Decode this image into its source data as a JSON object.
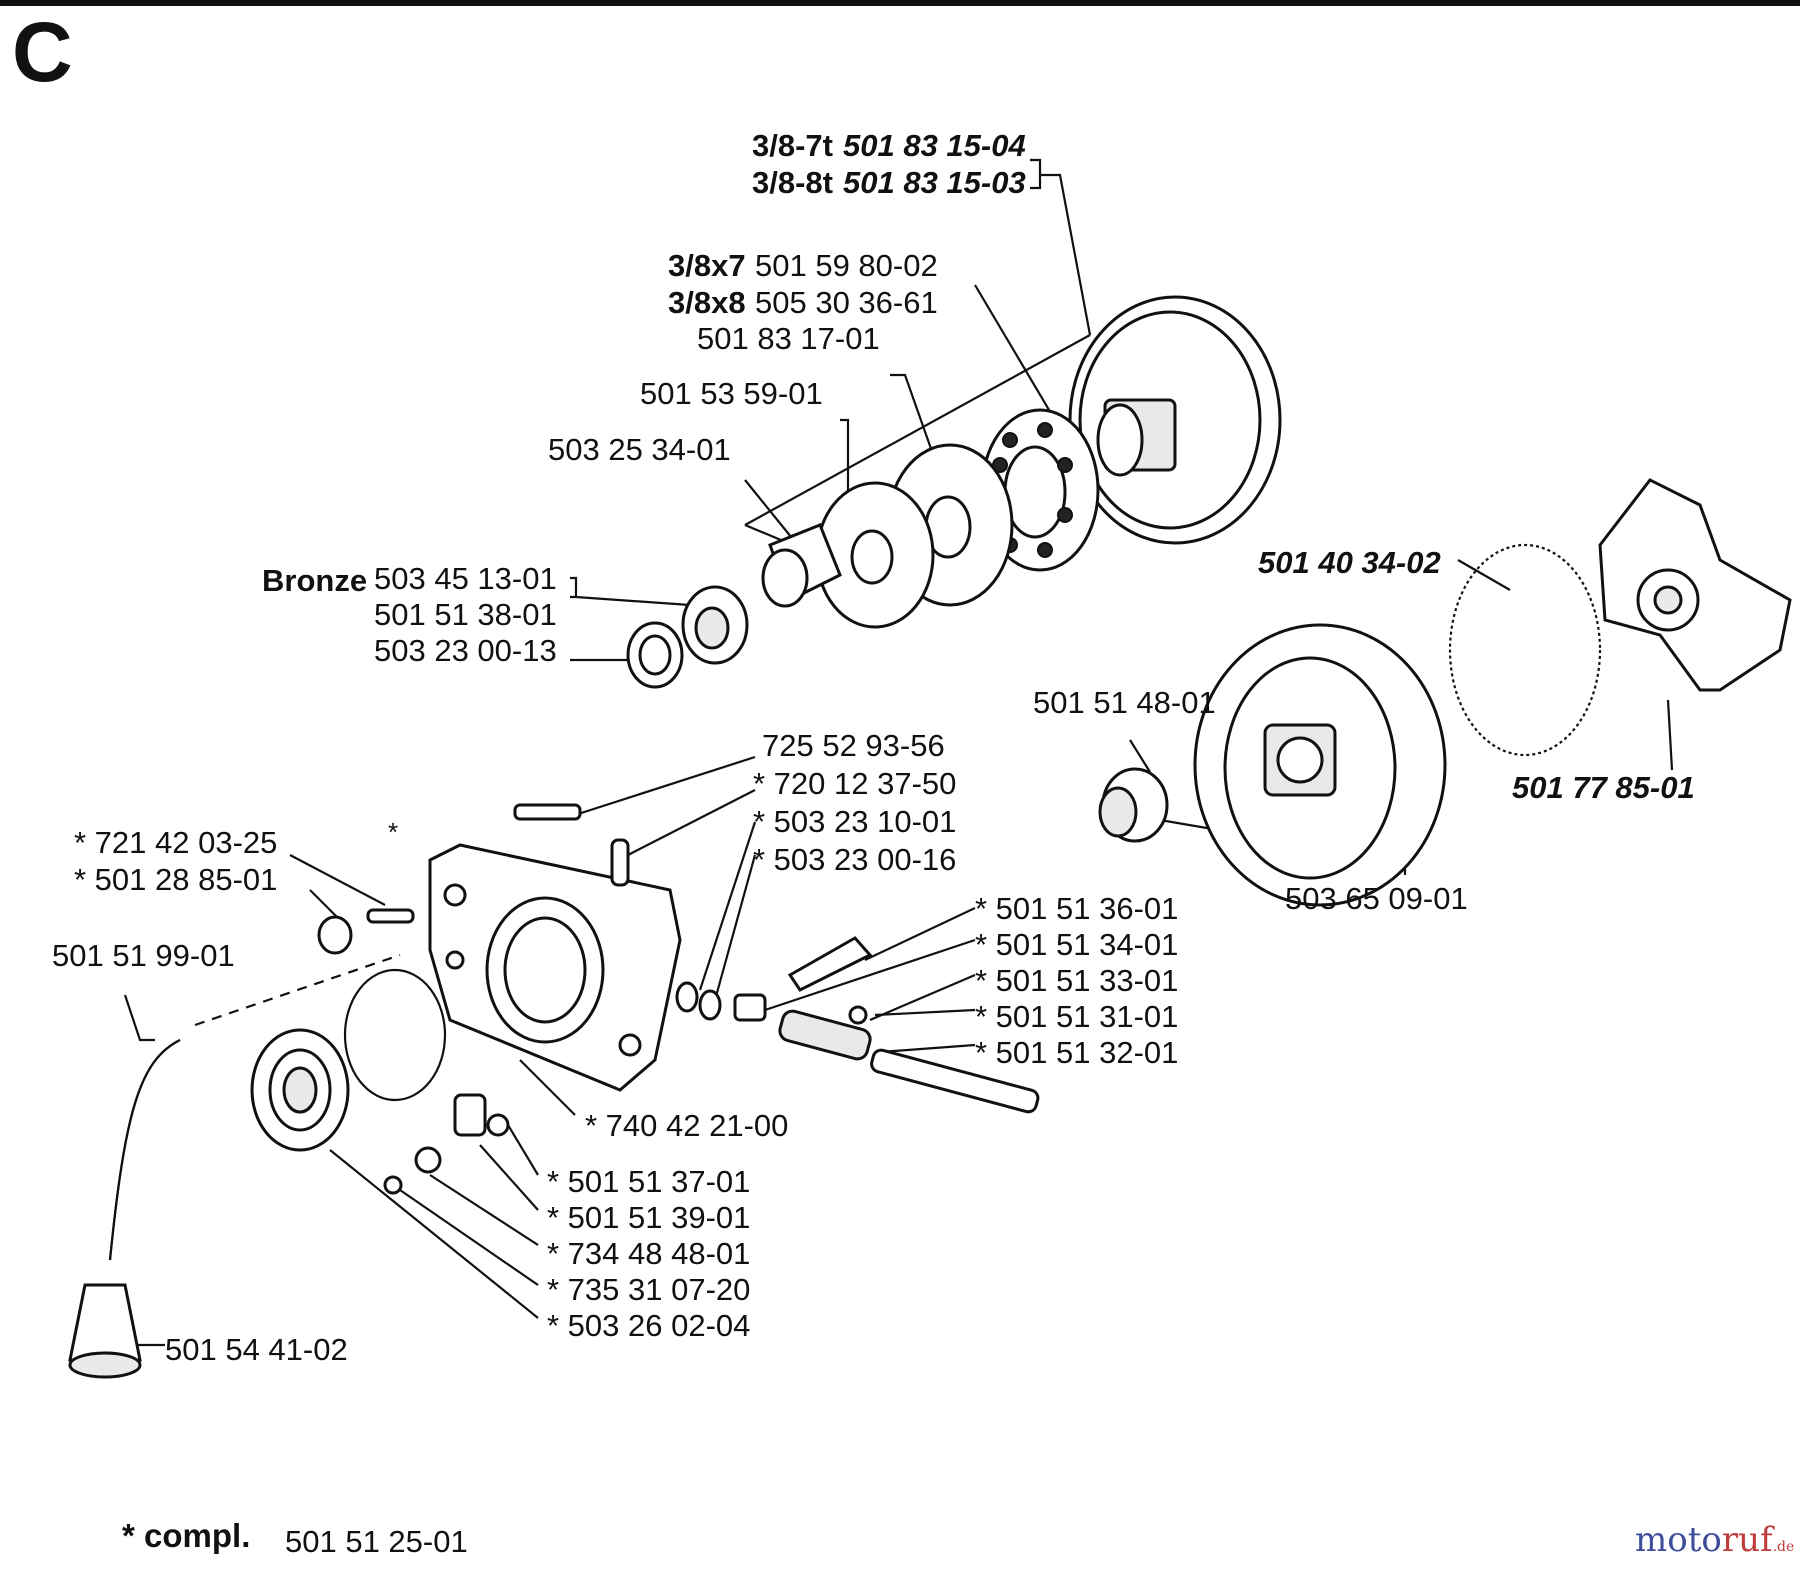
{
  "page_letter": "C",
  "labels": {
    "drum_7t_prefix": "3/8-7t",
    "drum_7t_part": "501 83 15-04",
    "drum_8t_prefix": "3/8-8t",
    "drum_8t_part": "501 83 15-03",
    "rim_7_prefix": "3/8x7",
    "rim_7_part": "501 59 80-02",
    "rim_8_prefix": "3/8x8",
    "rim_8_part": "505 30 36-61",
    "rim_drum": "501 83 17-01",
    "washer_1": "501 53 59-01",
    "washer_2": "503 25 34-01",
    "bronze_prefix": "Bronze",
    "bronze_part": "503 45 13-01",
    "bearing": "501 51 38-01",
    "ring": "503 23 00-13",
    "clutch_spring": "501 40 34-02",
    "clutch_hub": "501 77 85-01",
    "needle_bearing": "501 51 48-01",
    "drum_assembly": "503 65 09-01",
    "screw_1": "725 52 93-56",
    "pin_1": "* 720 12 37-50",
    "seal_1": "* 503 23 10-01",
    "ring_2": "* 503 23 00-16",
    "ring_3": "* 721 42 03-25",
    "pin_2": "* 501 28 85-01",
    "hose": "501 51 99-01",
    "screw_2": "* 501 51 36-01",
    "spring_1": "* 501 51 34-01",
    "pin_3": "* 501 51 33-01",
    "gear": "* 501 51 31-01",
    "shaft": "* 501 51 32-01",
    "o_ring": "* 740 42 21-00",
    "plate": "* 501 51 37-01",
    "spring_2": "* 501 51 39-01",
    "washer_3": "* 734 48 48-01",
    "screw_3": "* 735 31 07-20",
    "circlip": "* 503 26 02-04",
    "filter": "501 54 41-02",
    "pump_star": "*"
  },
  "footer": {
    "compl_label": "* compl.",
    "compl_part": "501 51 25-01",
    "watermark_a": "moto",
    "watermark_b": "ruf",
    "watermark_tld": ".de"
  }
}
